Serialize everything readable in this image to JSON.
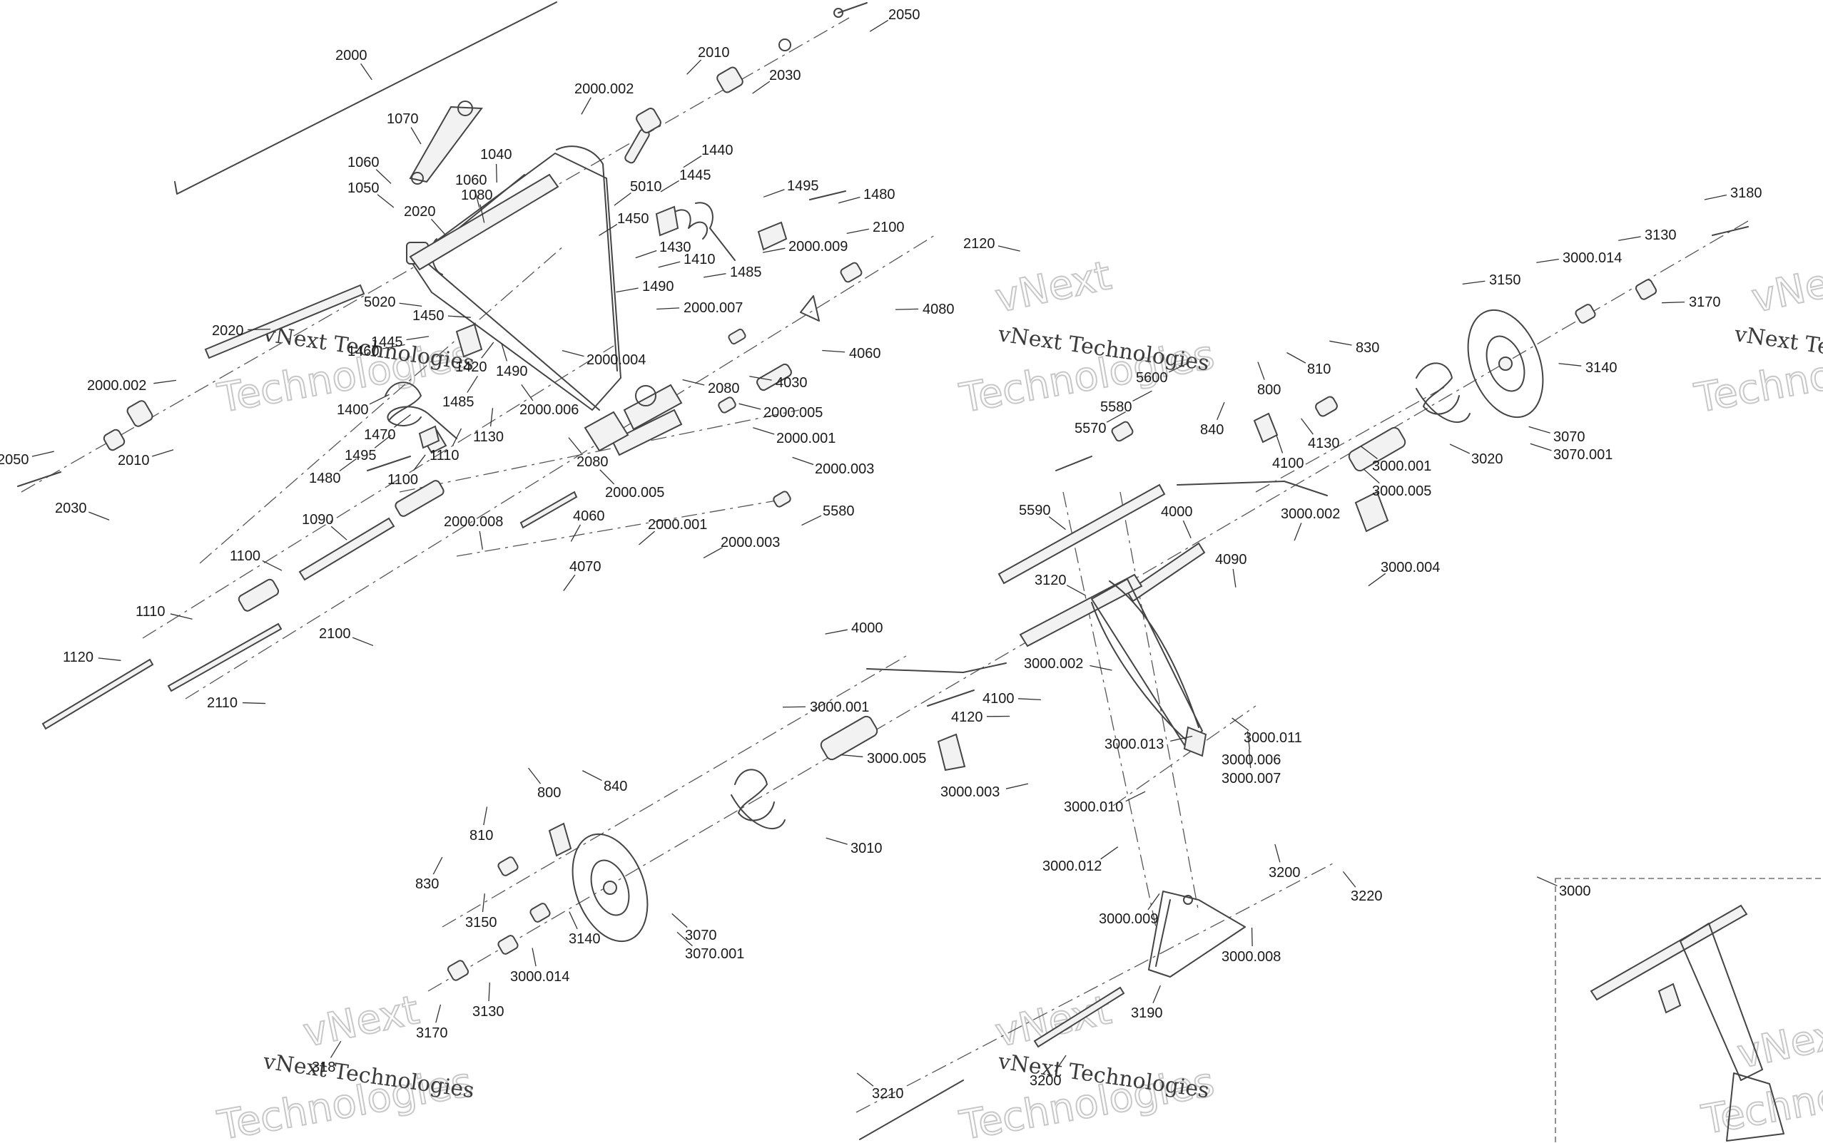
{
  "diagram": {
    "watermark": {
      "line1": "vNext Technologies",
      "line2": "Technologies",
      "line3": "vNext"
    },
    "inset_label": "3000",
    "callouts": [
      {
        "id": "c2050a",
        "text": "2050"
      },
      {
        "id": "c2010a",
        "text": "2010"
      },
      {
        "id": "c2030a",
        "text": "2030"
      },
      {
        "id": "c2000",
        "text": "2000"
      },
      {
        "id": "c2000002a",
        "text": "2000.002"
      },
      {
        "id": "c1070",
        "text": "1070"
      },
      {
        "id": "c1040",
        "text": "1040"
      },
      {
        "id": "c1060a",
        "text": "1060"
      },
      {
        "id": "c1060b",
        "text": "1060"
      },
      {
        "id": "c1050",
        "text": "1050"
      },
      {
        "id": "c1080",
        "text": "1080"
      },
      {
        "id": "c2020a",
        "text": "2020"
      },
      {
        "id": "c5010",
        "text": "5010"
      },
      {
        "id": "c1440",
        "text": "1440"
      },
      {
        "id": "c1445a",
        "text": "1445"
      },
      {
        "id": "c1495a",
        "text": "1495"
      },
      {
        "id": "c1480a",
        "text": "1480"
      },
      {
        "id": "c1450a",
        "text": "1450"
      },
      {
        "id": "c1430",
        "text": "1430"
      },
      {
        "id": "c1410",
        "text": "1410"
      },
      {
        "id": "c1485a",
        "text": "1485"
      },
      {
        "id": "c2000009",
        "text": "2000.009"
      },
      {
        "id": "c2100a",
        "text": "2100"
      },
      {
        "id": "c2120",
        "text": "2120"
      },
      {
        "id": "c1490a",
        "text": "1490"
      },
      {
        "id": "c2000007",
        "text": "2000.007"
      },
      {
        "id": "c4080",
        "text": "4080"
      },
      {
        "id": "c5020",
        "text": "5020"
      },
      {
        "id": "c1450b",
        "text": "1450"
      },
      {
        "id": "c2020b",
        "text": "2020"
      },
      {
        "id": "c1445b",
        "text": "1445"
      },
      {
        "id": "c1460",
        "text": "1460"
      },
      {
        "id": "c1420",
        "text": "1420"
      },
      {
        "id": "c1490b",
        "text": "1490"
      },
      {
        "id": "c4060a",
        "text": "4060"
      },
      {
        "id": "c2000004",
        "text": "2000.004"
      },
      {
        "id": "c4030",
        "text": "4030"
      },
      {
        "id": "c2080a",
        "text": "2080"
      },
      {
        "id": "c2000005a",
        "text": "2000.005"
      },
      {
        "id": "c2000002b",
        "text": "2000.002"
      },
      {
        "id": "c1400",
        "text": "1400"
      },
      {
        "id": "c1485b",
        "text": "1485"
      },
      {
        "id": "c2000006",
        "text": "2000.006"
      },
      {
        "id": "c2000001a",
        "text": "2000.001"
      },
      {
        "id": "c1130",
        "text": "1130"
      },
      {
        "id": "c1470",
        "text": "1470"
      },
      {
        "id": "c2050b",
        "text": "2050"
      },
      {
        "id": "c2010b",
        "text": "2010"
      },
      {
        "id": "c1495b",
        "text": "1495"
      },
      {
        "id": "c1110a",
        "text": "1110"
      },
      {
        "id": "c2000003a",
        "text": "2000.003"
      },
      {
        "id": "c2030b",
        "text": "2030"
      },
      {
        "id": "c1480b",
        "text": "1480"
      },
      {
        "id": "c1100a",
        "text": "1100"
      },
      {
        "id": "c2080b",
        "text": "2080"
      },
      {
        "id": "c2000005b",
        "text": "2000.005"
      },
      {
        "id": "c5580a",
        "text": "5580"
      },
      {
        "id": "c4060b",
        "text": "4060"
      },
      {
        "id": "c2000008",
        "text": "2000.008"
      },
      {
        "id": "c2000001b",
        "text": "2000.001"
      },
      {
        "id": "c1090",
        "text": "1090"
      },
      {
        "id": "c2000003b",
        "text": "2000.003"
      },
      {
        "id": "c4070",
        "text": "4070"
      },
      {
        "id": "c1100b",
        "text": "1100"
      },
      {
        "id": "c1110b",
        "text": "1110"
      },
      {
        "id": "c2100b",
        "text": "2100"
      },
      {
        "id": "c1120",
        "text": "1120"
      },
      {
        "id": "c2110",
        "text": "2110"
      },
      {
        "id": "c3180a",
        "text": "3180"
      },
      {
        "id": "c3000014a",
        "text": "3000.014"
      },
      {
        "id": "c3130a",
        "text": "3130"
      },
      {
        "id": "c3150a",
        "text": "3150"
      },
      {
        "id": "c3170a",
        "text": "3170"
      },
      {
        "id": "c3140a",
        "text": "3140"
      },
      {
        "id": "c830a",
        "text": "830"
      },
      {
        "id": "c810a",
        "text": "810"
      },
      {
        "id": "c5600",
        "text": "5600"
      },
      {
        "id": "c800a",
        "text": "800"
      },
      {
        "id": "c5580b",
        "text": "5580"
      },
      {
        "id": "c5570",
        "text": "5570"
      },
      {
        "id": "c840a",
        "text": "840"
      },
      {
        "id": "c4130",
        "text": "4130"
      },
      {
        "id": "c3070a",
        "text": "3070"
      },
      {
        "id": "c3070001a",
        "text": "3070.001"
      },
      {
        "id": "c4100a",
        "text": "4100"
      },
      {
        "id": "c3000001a",
        "text": "3000.001"
      },
      {
        "id": "c3020",
        "text": "3020"
      },
      {
        "id": "c3000005a",
        "text": "3000.005"
      },
      {
        "id": "c5590",
        "text": "5590"
      },
      {
        "id": "c4000a",
        "text": "4000"
      },
      {
        "id": "c3000002a",
        "text": "3000.002"
      },
      {
        "id": "c4090",
        "text": "4090"
      },
      {
        "id": "c3000004",
        "text": "3000.004"
      },
      {
        "id": "c3120",
        "text": "3120"
      },
      {
        "id": "c4000b",
        "text": "4000"
      },
      {
        "id": "c3000002b",
        "text": "3000.002"
      },
      {
        "id": "c4100b",
        "text": "4100"
      },
      {
        "id": "c3000001b",
        "text": "3000.001"
      },
      {
        "id": "c4120",
        "text": "4120"
      },
      {
        "id": "c3000011",
        "text": "3000.011"
      },
      {
        "id": "c3000013",
        "text": "3000.013"
      },
      {
        "id": "c3000005b",
        "text": "3000.005"
      },
      {
        "id": "c3000006",
        "text": "3000.006"
      },
      {
        "id": "c3000007",
        "text": "3000.007"
      },
      {
        "id": "c3000003",
        "text": "3000.003"
      },
      {
        "id": "c3000010",
        "text": "3000.010"
      },
      {
        "id": "c800b",
        "text": "800"
      },
      {
        "id": "c840b",
        "text": "840"
      },
      {
        "id": "c3010",
        "text": "3010"
      },
      {
        "id": "c810b",
        "text": "810"
      },
      {
        "id": "c3000012",
        "text": "3000.012"
      },
      {
        "id": "c3200",
        "text": "3200"
      },
      {
        "id": "c830b",
        "text": "830"
      },
      {
        "id": "c3220",
        "text": "3220"
      },
      {
        "id": "c3150b",
        "text": "3150"
      },
      {
        "id": "c3140b",
        "text": "3140"
      },
      {
        "id": "c3070b",
        "text": "3070"
      },
      {
        "id": "c3070001b",
        "text": "3070.001"
      },
      {
        "id": "c3000009",
        "text": "3000.009"
      },
      {
        "id": "c3000014b",
        "text": "3000.014"
      },
      {
        "id": "c3000008",
        "text": "3000.008"
      },
      {
        "id": "c3130b",
        "text": "3130"
      },
      {
        "id": "c3190",
        "text": "3190"
      },
      {
        "id": "c3170b",
        "text": "3170"
      },
      {
        "id": "c3210",
        "text": "3210"
      },
      {
        "id": "c3180b",
        "text": "318"
      },
      {
        "id": "c3200b",
        "text": "3200"
      }
    ]
  }
}
